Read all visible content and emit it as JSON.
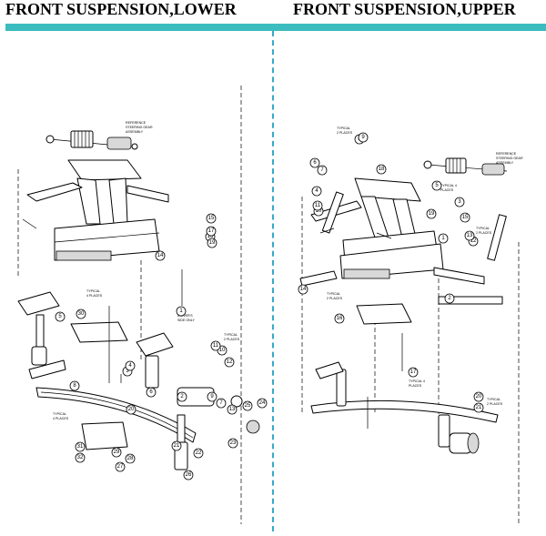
{
  "titles": {
    "lower": "FRONT SUSPENSION,LOWER",
    "upper": "FRONT SUSPENSION,UPPER"
  },
  "colors": {
    "bar": "#3bbcbf",
    "divider": "#39a8c9"
  },
  "lower": {
    "notes": {
      "ref_steering": [
        "REFERENCE",
        "STEERING GEAR",
        "ASSEMBLY"
      ],
      "typical_4a": [
        "TYPICAL",
        "4 PLACES"
      ],
      "drivers_side": [
        "DRIVER'S",
        "SIDE ONLY"
      ],
      "typical_2": [
        "TYPICAL",
        "2 PLACES"
      ],
      "typical_4b": [
        "TYPICAL",
        "4 PLACES"
      ]
    },
    "callouts": [
      "1",
      "2",
      "3",
      "4",
      "5",
      "6",
      "7",
      "8",
      "9",
      "10",
      "11",
      "12",
      "13",
      "14",
      "15",
      "16",
      "17",
      "19",
      "20",
      "21",
      "22",
      "23",
      "24",
      "25",
      "26",
      "27",
      "28",
      "29",
      "30",
      "31",
      "32"
    ]
  },
  "upper": {
    "notes": {
      "typical_2a": [
        "TYPICAL",
        "2 PLACES"
      ],
      "ref_steering": [
        "REFERENCE",
        "STEERING GEAR",
        "ASSEMBLY"
      ],
      "typical_4a": [
        "TYPICAL 4",
        "PLACES"
      ],
      "typical_2b": [
        "TYPICAL",
        "2 PLACES"
      ],
      "typical_2c": [
        "TYPICAL",
        "2 PLACES"
      ],
      "typical_4b": [
        "TYPICAL 4",
        "PLACES"
      ],
      "typical_2d": [
        "TYPICAL",
        "2 PLACES"
      ]
    },
    "callouts": [
      "1",
      "2",
      "3",
      "4",
      "5",
      "6",
      "7",
      "8",
      "9",
      "10",
      "11",
      "12",
      "13",
      "14",
      "15",
      "16",
      "17",
      "18",
      "19",
      "20",
      "21"
    ]
  }
}
